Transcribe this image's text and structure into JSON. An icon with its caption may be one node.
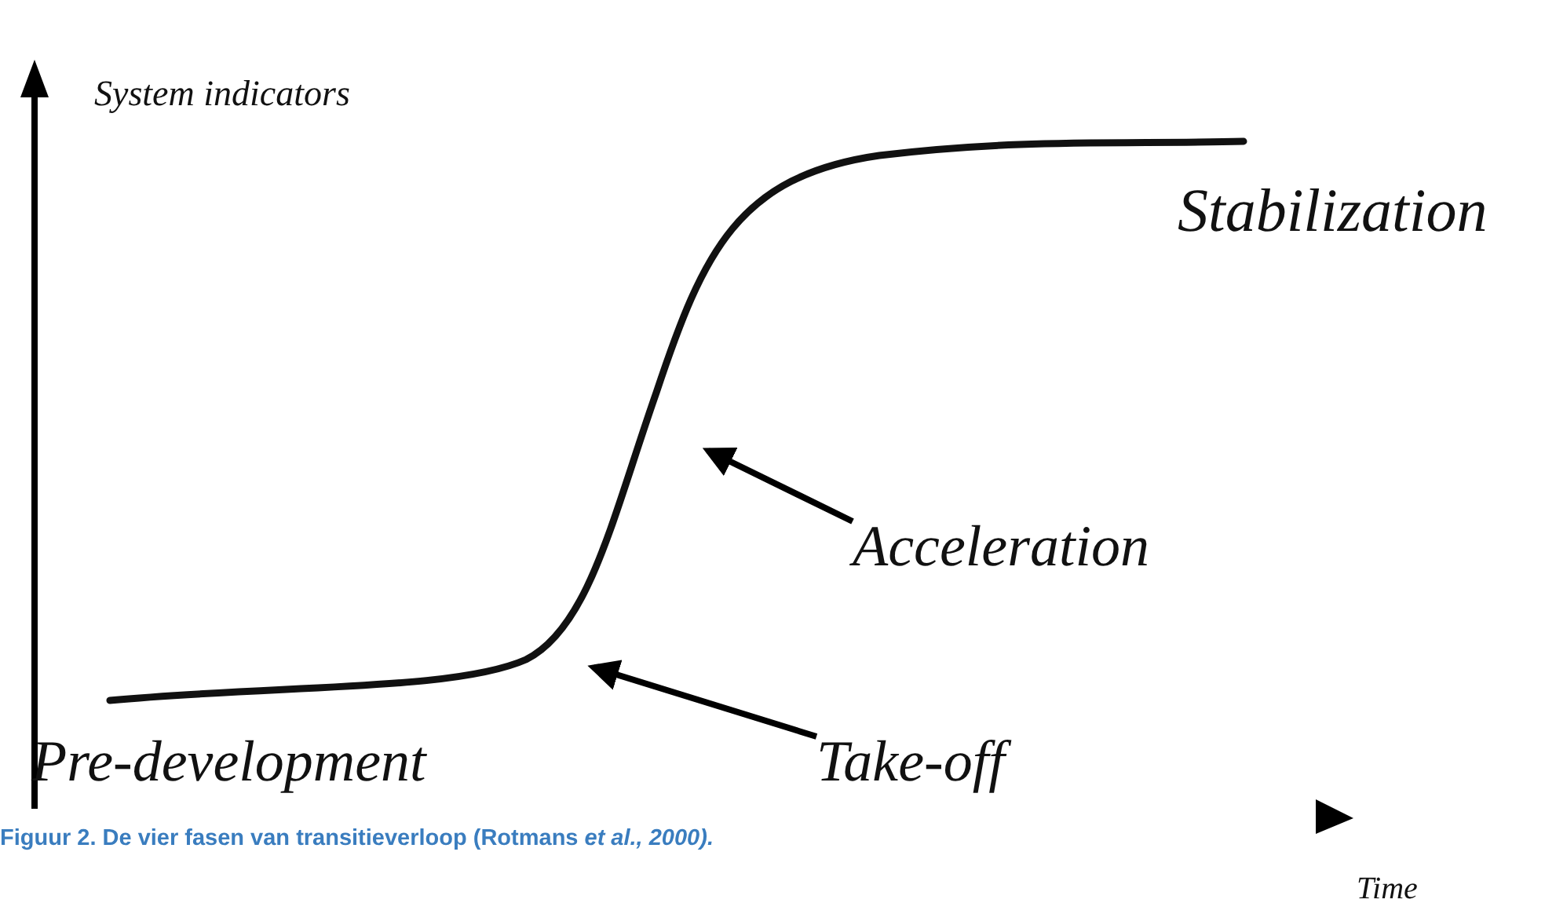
{
  "diagram": {
    "caption": "Figuur 2. De vier fasen van transitieverloop (Rotmans *et al., 2000).*",
    "nodes": [
      {
        "text": [
          "Acceleration"
        ]
      },
      {
        "text": [
          "Take-off"
        ]
      }
    ],
    "edges": [
      {
        "from": 0,
        "to": null,
        "arrow": "to"
      },
      {
        "from": 1,
        "to": null,
        "arrow": "to"
      }
    ],
    "labels": [
      "System indicators",
      "Stabilization",
      "Pre-development",
      "Time"
    ]
  }
}
